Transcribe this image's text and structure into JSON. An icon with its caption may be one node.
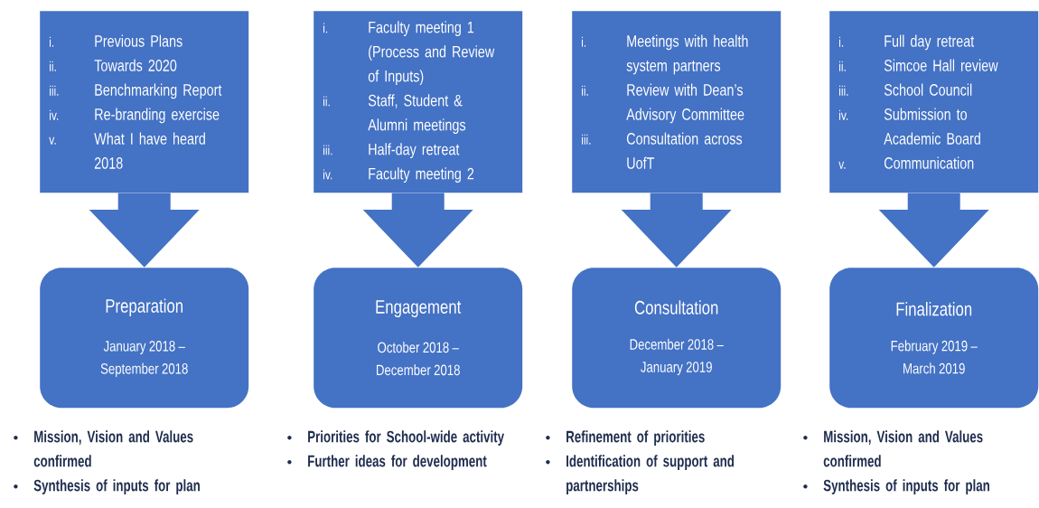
{
  "diagram": {
    "nodes": [
      {
        "text": [
          "i.",
          "Previous Plans",
          "ii.",
          "Towards 2020",
          "iii.",
          "Benchmarking Report",
          "iv.",
          "Re-branding exercise",
          "v.",
          "What I have heard 2018"
        ]
      },
      {
        "text": [
          "Preparation",
          "January 2018 – September 2018"
        ],
        "beside": [
          "Mission, Vision and Values confirmed",
          "Synthesis of inputs for plan"
        ]
      },
      {
        "text": [
          "i.",
          "Faculty meeting 1 (Process and Review of Inputs)",
          "ii.",
          "Staff, Student & Alumni meetings",
          "iii.",
          "Half-day retreat",
          "iv.",
          "Faculty meeting 2"
        ]
      },
      {
        "text": [
          "Engagement",
          "October 2018 – December 2018"
        ],
        "beside": [
          "Priorities for School-wide activity",
          "Further ideas for development"
        ]
      },
      {
        "text": [
          "i.",
          "Meetings with health system partners",
          "ii.",
          "Review with Dean’s Advisory Committee",
          "iii.",
          "Consultation across UofT"
        ]
      },
      {
        "text": [
          "Consultation",
          "December 2018 – January 2019"
        ],
        "beside": [
          "Refinement of priorities",
          "Identification of support and partnerships"
        ]
      },
      {
        "text": [
          "i.",
          "Full day retreat",
          "ii.",
          "Simcoe Hall review",
          "iii.",
          "School Council",
          "iv.",
          "Submission to Academic Board",
          "v.",
          "Communication"
        ]
      },
      {
        "text": [
          "Finalization",
          "February 2019 – March 2019"
        ],
        "beside": [
          "Mission, Vision and Values confirmed",
          "Synthesis of inputs for plan"
        ]
      }
    ],
    "edges": [
      {
        "from": 0,
        "to": 1,
        "arrow": "to"
      },
      {
        "from": 2,
        "to": 3,
        "arrow": "to"
      },
      {
        "from": 4,
        "to": 5,
        "arrow": "to"
      },
      {
        "from": 6,
        "to": 7,
        "arrow": "to"
      }
    ]
  }
}
